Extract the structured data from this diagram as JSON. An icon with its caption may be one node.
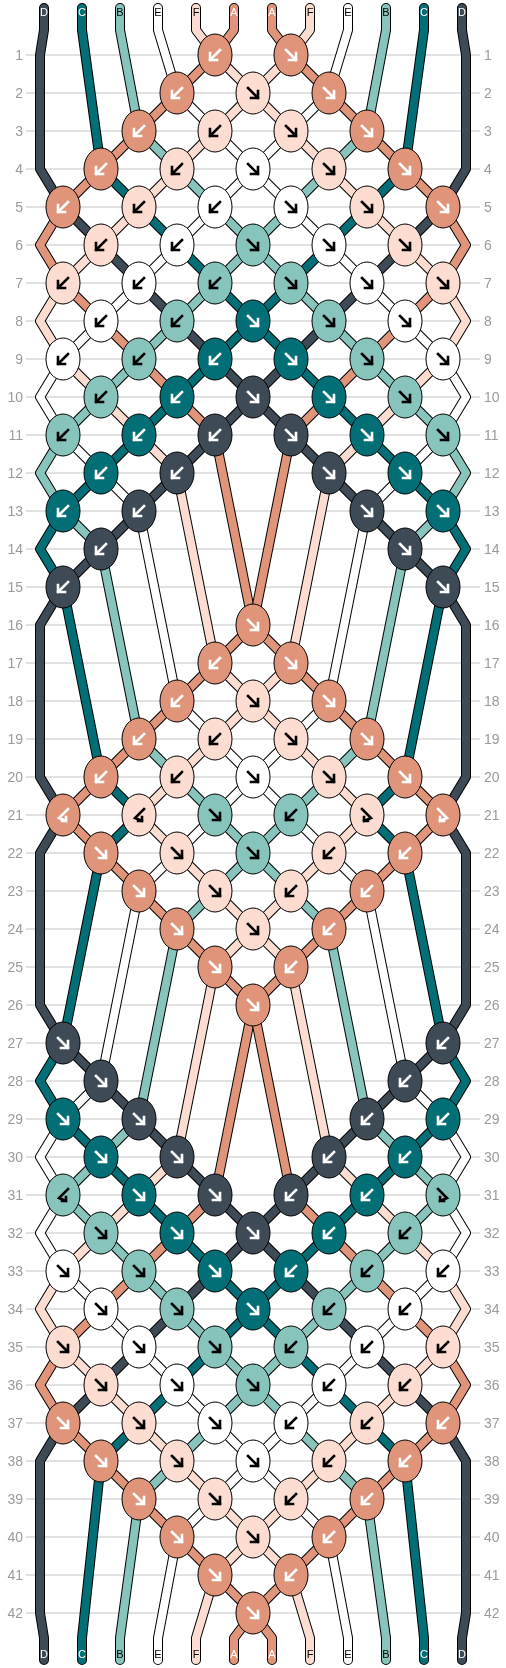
{
  "diagram": {
    "labels": [
      "D",
      "C",
      "B",
      "E",
      "F",
      "A",
      "A",
      "F",
      "E",
      "B",
      "C",
      "D",
      "1",
      "1",
      "2",
      "2",
      "3",
      "3",
      "4",
      "4",
      "5",
      "5",
      "6",
      "6",
      "7",
      "7",
      "8",
      "8",
      "9",
      "9",
      "10",
      "10",
      "11",
      "11",
      "12",
      "12",
      "13",
      "13",
      "14",
      "14",
      "15",
      "15",
      "16",
      "16",
      "17",
      "17",
      "18",
      "18",
      "19",
      "19",
      "20",
      "20",
      "21",
      "21",
      "22",
      "22",
      "23",
      "23",
      "24",
      "24",
      "25",
      "25",
      "26",
      "26",
      "27",
      "27",
      "28",
      "28",
      "29",
      "29",
      "30",
      "30",
      "31",
      "31",
      "32",
      "32",
      "33",
      "33",
      "34",
      "34",
      "35",
      "35",
      "36",
      "36",
      "37",
      "37",
      "38",
      "38",
      "39",
      "39",
      "40",
      "40",
      "41",
      "41",
      "42",
      "42",
      "D",
      "C",
      "B",
      "E",
      "F",
      "A",
      "A",
      "F",
      "E",
      "B",
      "C",
      "D"
    ]
  }
}
